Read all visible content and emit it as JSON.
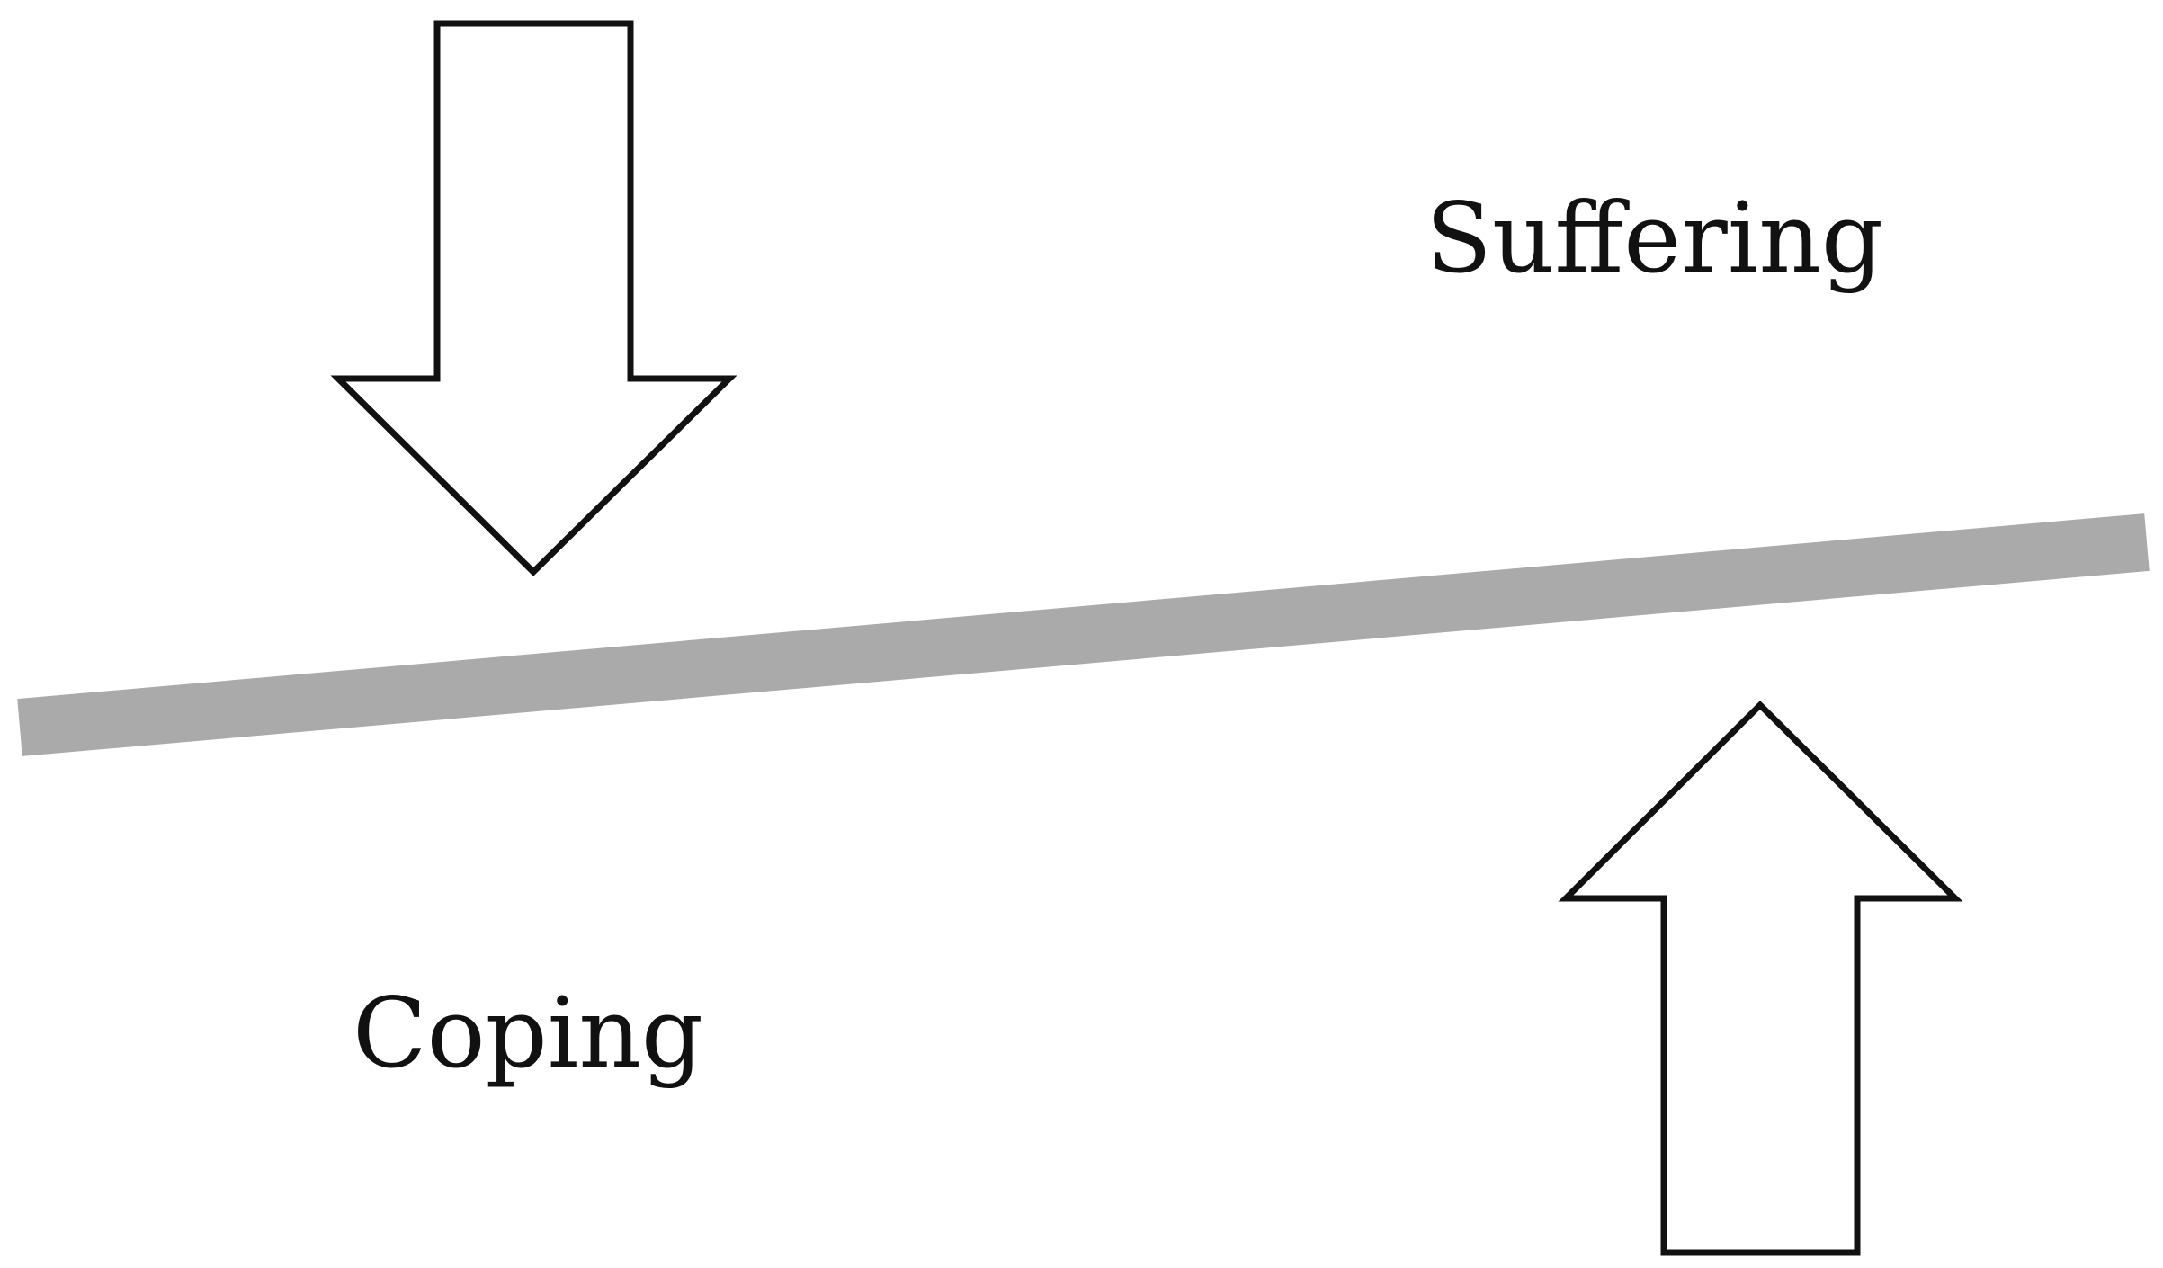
{
  "diagram": {
    "labels": {
      "top": "Suffering",
      "bottom": "Coping"
    },
    "arrows": {
      "left": "down-arrow",
      "right": "up-arrow"
    },
    "colors": {
      "beam": "#aaaaaa",
      "outline": "#111111",
      "background": "#ffffff"
    }
  }
}
